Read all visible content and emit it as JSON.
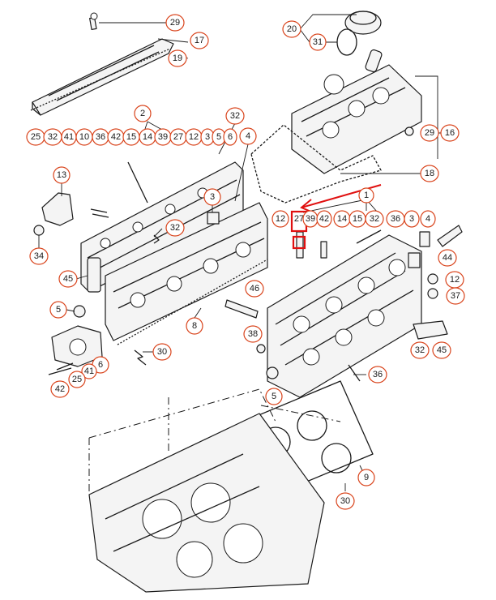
{
  "diagram": {
    "highlight_color": "#e01010",
    "callout_color": "#d9441c",
    "highlighted_part": "27",
    "callouts": {
      "c29a": "29",
      "c17": "17",
      "c19": "19",
      "c2": "2",
      "row_left": [
        "25",
        "32",
        "41",
        "10",
        "36",
        "42",
        "15",
        "14",
        "39",
        "27",
        "12",
        "3",
        "5",
        "6"
      ],
      "c32top": "32",
      "c4a": "4",
      "c13": "13",
      "c3a": "3",
      "c32a": "32",
      "c34": "34",
      "c45a": "45",
      "c5a": "5",
      "c46": "46",
      "c8": "8",
      "c30a": "30",
      "c38": "38",
      "c6": "6",
      "c41": "41",
      "c25": "25",
      "c42": "42",
      "c20": "20",
      "c31": "31",
      "c16": "16",
      "c29b": "29",
      "c18": "18",
      "c1": "1",
      "row_right": [
        "12",
        "27",
        "39",
        "42",
        "14",
        "15",
        "32",
        "36",
        "3",
        "4"
      ],
      "c44": "44",
      "c12b": "12",
      "c37": "37",
      "c32b": "32",
      "c45b": "45",
      "c36b": "36",
      "c5b": "5",
      "c9": "9",
      "c30b": "30"
    }
  }
}
